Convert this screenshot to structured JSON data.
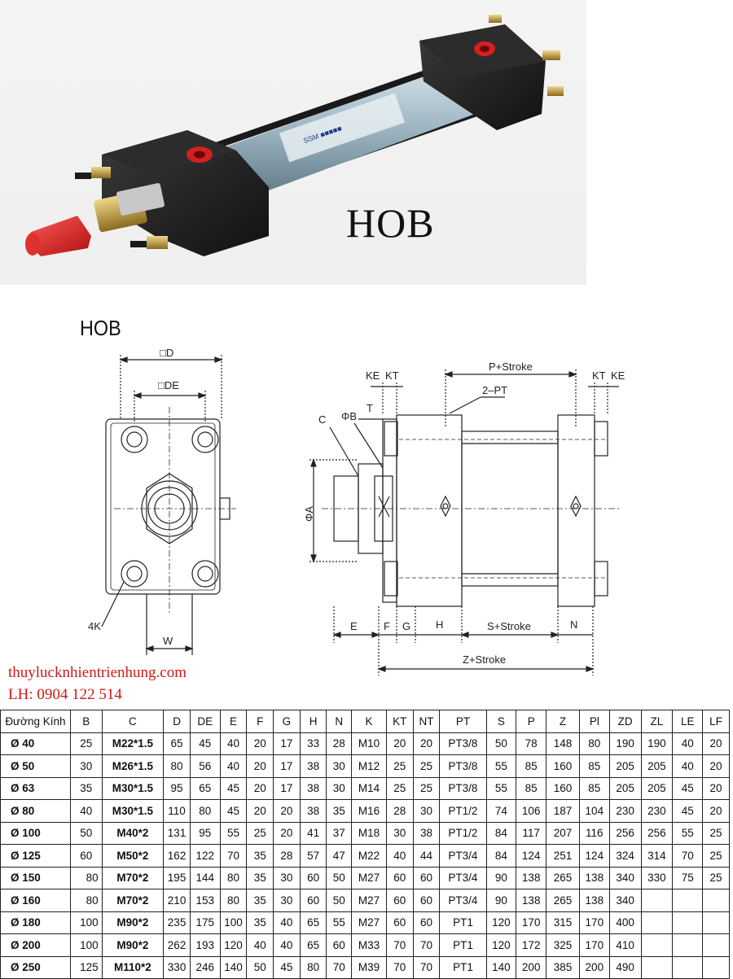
{
  "photo": {
    "model_text": "HOB"
  },
  "drawing": {
    "title": "HOB",
    "labels": {
      "D": "□D",
      "DE": "□DE",
      "K": "4K",
      "W": "W",
      "KE1": "KE",
      "KT1": "KT",
      "C": "C",
      "B": "ΦB",
      "T": "T",
      "A": "ΦA",
      "P": "P+Stroke",
      "PT": "2–PT",
      "KT2": "KT",
      "KE2": "KE",
      "E": "E",
      "F": "F",
      "G": "G",
      "H": "H",
      "S": "S+Stroke",
      "N": "N",
      "Z": "Z+Stroke"
    }
  },
  "contact": {
    "website": "thuylucknhientrienhung.com",
    "phone": "LH: 0904 122 514"
  },
  "table": {
    "headers": [
      "Đường Kính",
      "B",
      "C",
      "D",
      "DE",
      "E",
      "F",
      "G",
      "H",
      "N",
      "K",
      "KT",
      "NT",
      "PT",
      "S",
      "P",
      "Z",
      "Pl",
      "ZD",
      "ZL",
      "LE",
      "LF"
    ],
    "rows": [
      [
        "Ø 40",
        "25",
        "M22*1.5",
        "65",
        "45",
        "40",
        "20",
        "17",
        "33",
        "28",
        "M10",
        "20",
        "20",
        "PT3/8",
        "50",
        "78",
        "148",
        "80",
        "190",
        "190",
        "40",
        "20"
      ],
      [
        "Ø 50",
        "30",
        "M26*1.5",
        "80",
        "56",
        "40",
        "20",
        "17",
        "38",
        "30",
        "M12",
        "25",
        "25",
        "PT3/8",
        "55",
        "85",
        "160",
        "85",
        "205",
        "205",
        "40",
        "20"
      ],
      [
        "Ø 63",
        "35",
        "M30*1.5",
        "95",
        "65",
        "45",
        "20",
        "17",
        "38",
        "30",
        "M14",
        "25",
        "25",
        "PT3/8",
        "55",
        "85",
        "160",
        "85",
        "205",
        "205",
        "45",
        "20"
      ],
      [
        "Ø 80",
        "40",
        "M30*1.5",
        "110",
        "80",
        "45",
        "20",
        "20",
        "38",
        "35",
        "M16",
        "28",
        "30",
        "PT1/2",
        "74",
        "106",
        "187",
        "104",
        "230",
        "230",
        "45",
        "20"
      ],
      [
        "Ø 100",
        "50",
        "M40*2",
        "131",
        "95",
        "55",
        "25",
        "20",
        "41",
        "37",
        "M18",
        "30",
        "38",
        "PT1/2",
        "84",
        "117",
        "207",
        "116",
        "256",
        "256",
        "55",
        "25"
      ],
      [
        "Ø 125",
        "60",
        "M50*2",
        "162",
        "122",
        "70",
        "35",
        "28",
        "57",
        "47",
        "M22",
        "40",
        "44",
        "PT3/4",
        "84",
        "124",
        "251",
        "124",
        "324",
        "314",
        "70",
        "25"
      ],
      [
        "Ø 150",
        "80",
        "M70*2",
        "195",
        "144",
        "80",
        "35",
        "30",
        "60",
        "50",
        "M27",
        "60",
        "60",
        "PT3/4",
        "90",
        "138",
        "265",
        "138",
        "340",
        "330",
        "75",
        "25"
      ],
      [
        "Ø 160",
        "80",
        "M70*2",
        "210",
        "153",
        "80",
        "35",
        "30",
        "60",
        "50",
        "M27",
        "60",
        "60",
        "PT3/4",
        "90",
        "138",
        "265",
        "138",
        "340",
        "",
        "",
        ""
      ],
      [
        "Ø 180",
        "100",
        "M90*2",
        "235",
        "175",
        "100",
        "35",
        "40",
        "65",
        "55",
        "M27",
        "60",
        "60",
        "PT1",
        "120",
        "170",
        "315",
        "170",
        "400",
        "",
        "",
        ""
      ],
      [
        "Ø 200",
        "100",
        "M90*2",
        "262",
        "193",
        "120",
        "40",
        "40",
        "65",
        "60",
        "M33",
        "70",
        "70",
        "PT1",
        "120",
        "172",
        "325",
        "170",
        "410",
        "",
        "",
        ""
      ],
      [
        "Ø 250",
        "125",
        "M110*2",
        "330",
        "246",
        "140",
        "50",
        "45",
        "80",
        "70",
        "M39",
        "70",
        "70",
        "PT1",
        "140",
        "200",
        "385",
        "200",
        "490",
        "",
        "",
        ""
      ]
    ]
  },
  "colors": {
    "contact_text": "#d01818",
    "port_red": "#d42020",
    "body_black": "#1c1c1c",
    "tube_blue": "#9fb8c4"
  }
}
